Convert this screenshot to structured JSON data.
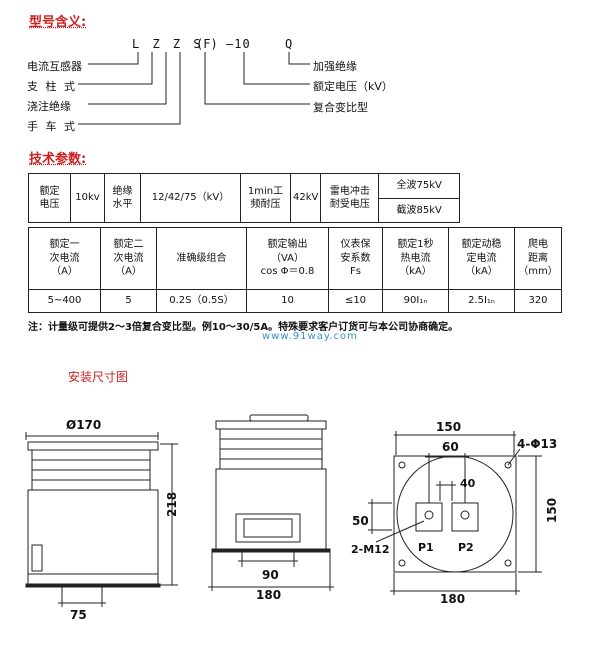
{
  "model": {
    "heading": "型号含义:",
    "code_letters": "L Z Z S",
    "code_f": "(F)",
    "code_dash": "—10",
    "code_q": "Q",
    "left_labels": [
      "电流互感器",
      "支 柱 式",
      "浇注绝缘",
      "手 车 式"
    ],
    "right_labels": [
      "加强绝缘",
      "额定电压（kV）",
      "复合变比型"
    ]
  },
  "tech": {
    "heading": "技术参数:",
    "row1": {
      "rated_voltage_label": "额定\n电压",
      "rated_voltage_value": "10kv",
      "insulation_label": "绝缘\n水平",
      "insulation_value": "12/42/75（kV）",
      "power_freq_label": "1min工\n频耐压",
      "power_freq_value": "42kV",
      "impulse_label": "雷电冲击\n耐受电压",
      "full_wave": "全波75kV",
      "chopped_wave": "截波85kV"
    },
    "headers": [
      "额定一\n次电流\n（A）",
      "额定二\n次电流\n（A）",
      "准确级组合",
      "额定输出\n（VA）\ncos Φ＝0.8",
      "仪表保\n安系数\nFs",
      "额定1秒\n热电流\n（kA）",
      "额定动稳\n定电流\n（kA）",
      "爬电\n距离\n（mm）"
    ],
    "values": [
      "5~400",
      "5",
      "0.2S（0.5S）",
      "10",
      "≤10",
      "90I₁ₙ",
      "2.5I₁ₙ",
      "320"
    ],
    "note": "注：计量级可提供2～3倍复合变比型。例10～30/5A。特殊要求客户订货可与本公司协商确定。",
    "watermark": "www.91way.com"
  },
  "install": {
    "heading": "安装尺寸图",
    "dims": {
      "dia": "Ø170",
      "height": "218",
      "base_left": "75",
      "front_inner": "90",
      "front_outer": "180",
      "top_150": "150",
      "top_60": "60",
      "top_40": "40",
      "holes": "4-Φ13",
      "side_50": "50",
      "right_150": "150",
      "bottom_180": "180",
      "m12": "2-M12",
      "p1": "P1",
      "p2": "P2"
    }
  }
}
